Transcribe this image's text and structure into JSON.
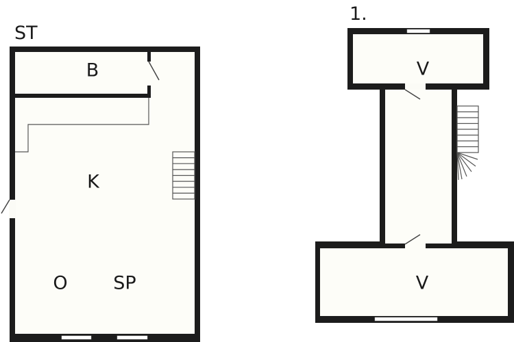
{
  "colors": {
    "wall": "#1c1c1c",
    "floor": "#fdfdf8",
    "background": "#ffffff",
    "thin_line": "#444444",
    "opening": "#fbfbf6"
  },
  "plans": [
    {
      "id": "ground",
      "title": "ST",
      "rooms": [
        {
          "label": "B"
        },
        {
          "label": "K"
        },
        {
          "label": "O"
        },
        {
          "label": "SP"
        }
      ],
      "stairs": {
        "treads": 8
      },
      "windows": 2,
      "doors": 2
    },
    {
      "id": "first",
      "title": "1.",
      "rooms": [
        {
          "label": "V"
        },
        {
          "label": "V"
        }
      ],
      "stairs": {
        "treads": 8,
        "winders": 6
      },
      "windows": 2,
      "doors": 2
    }
  ]
}
